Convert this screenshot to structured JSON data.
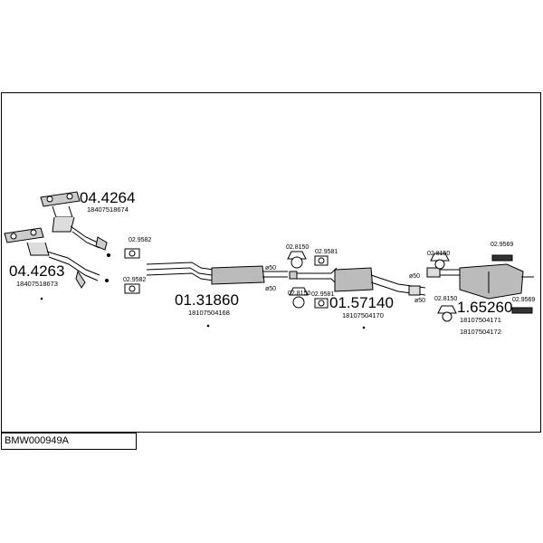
{
  "diagram_code": "BMW000949A",
  "parts": {
    "cat_upper": {
      "number": "04.4264",
      "oem": "18407518674"
    },
    "cat_lower": {
      "number": "04.4263",
      "oem": "18407518673"
    },
    "front_pipe": {
      "number": "01.31860",
      "oem": "18107504168"
    },
    "middle_silencer": {
      "number": "01.57140",
      "oem": "18107504170"
    },
    "rear_silencer": {
      "number": "1.65260",
      "oem_1": "18107504171",
      "oem_2": "18107504172"
    }
  },
  "accessories": {
    "clamp_front_upper": "02.9582",
    "clamp_front_lower": "02.9582",
    "hanger_mid_upper": "02.8150",
    "clamp_mid_upper": "02.9581",
    "hanger_mid_lower": "02.8150",
    "clamp_mid_lower": "02.9581",
    "hanger_rear_upper": "02.8150",
    "hanger_rear_lower": "02.8150",
    "gasket_rear_upper": "02.9569",
    "gasket_rear_lower": "02.9569"
  },
  "diameters": {
    "d1": "ø50",
    "d2": "ø50",
    "d3": "ø50",
    "d4": "ø50"
  }
}
